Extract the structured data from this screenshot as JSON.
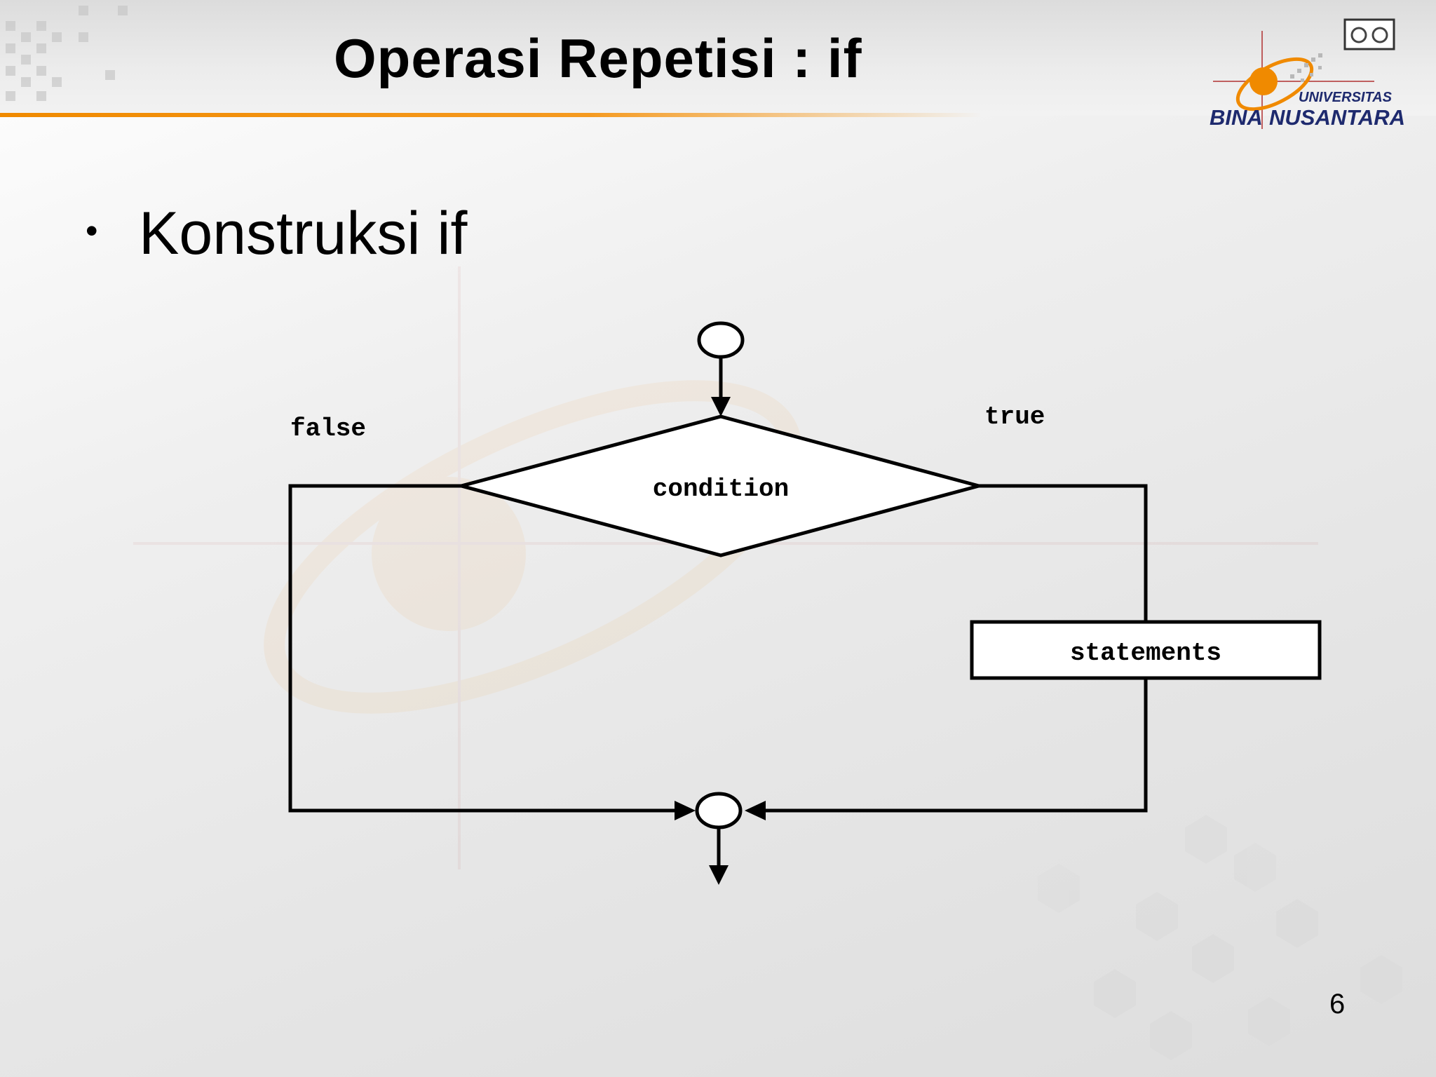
{
  "slide": {
    "title": "Operasi Repetisi : if",
    "bullet": "Konstruksi if",
    "page_number": "6"
  },
  "logo": {
    "line1": "UNIVERSITAS",
    "line2a": "BINA",
    "line2b": "NUSANTARA"
  },
  "diagram": {
    "condition_label": "condition",
    "statements_label": "statements",
    "false_label": "false",
    "true_label": "true"
  },
  "colors": {
    "accent": "#f08a00",
    "logo_text": "#1e2a6e"
  }
}
